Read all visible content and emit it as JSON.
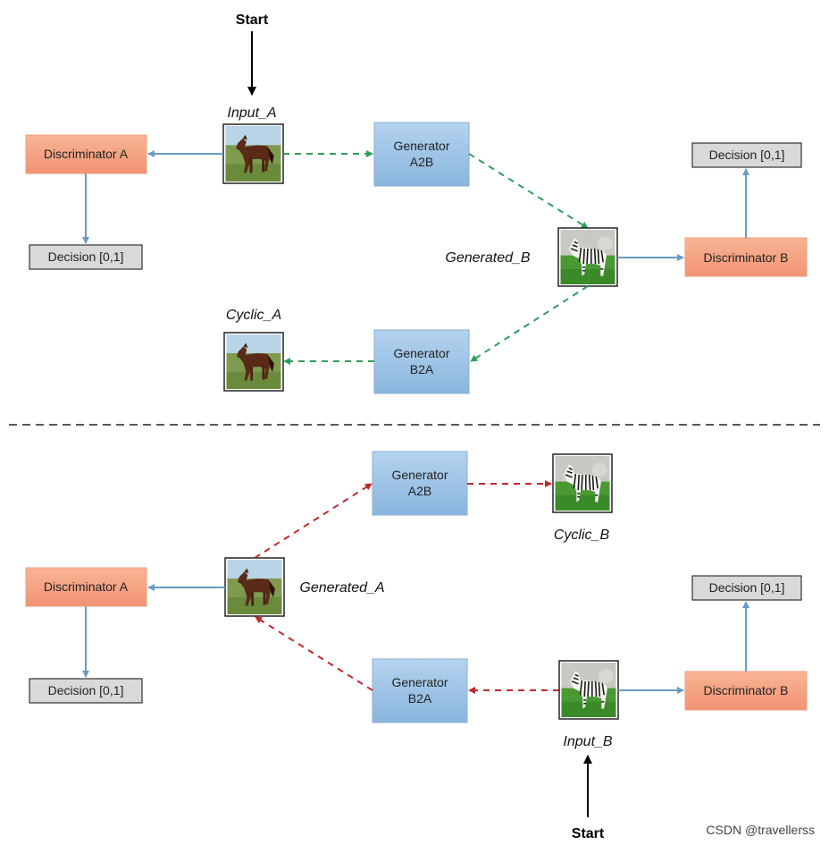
{
  "top": {
    "start_label": "Start",
    "input_label": "Input_A",
    "discriminator_a": "Discriminator A",
    "decision_a": "Decision [0,1]",
    "generator_a2b": [
      "Generator",
      "A2B"
    ],
    "generated_label": "Generated_B",
    "decision_b": "Decision [0,1]",
    "discriminator_b": "Discriminator B",
    "cyclic_label": "Cyclic_A",
    "generator_b2a": [
      "Generator",
      "B2A"
    ]
  },
  "bottom": {
    "generator_a2b": [
      "Generator",
      "A2B"
    ],
    "cyclic_label": "Cyclic_B",
    "discriminator_a": "Discriminator A",
    "generated_label": "Generated_A",
    "decision_a": "Decision [0,1]",
    "decision_b": "Decision [0,1]",
    "generator_b2a": [
      "Generator",
      "B2A"
    ],
    "discriminator_b": "Discriminator B",
    "input_label": "Input_B",
    "start_label": "Start"
  },
  "watermark": "CSDN @travellerss",
  "colors": {
    "discriminator_fill": "#f4a582",
    "generator_fill": "#9dc3e6",
    "decision_fill": "#d9d9d9",
    "solid_arrow": "#6a9bc3",
    "green_dashed": "#2e9e5b",
    "red_dashed": "#c0282d"
  },
  "icons": {
    "horse": "horse-image",
    "zebra": "zebra-image"
  }
}
